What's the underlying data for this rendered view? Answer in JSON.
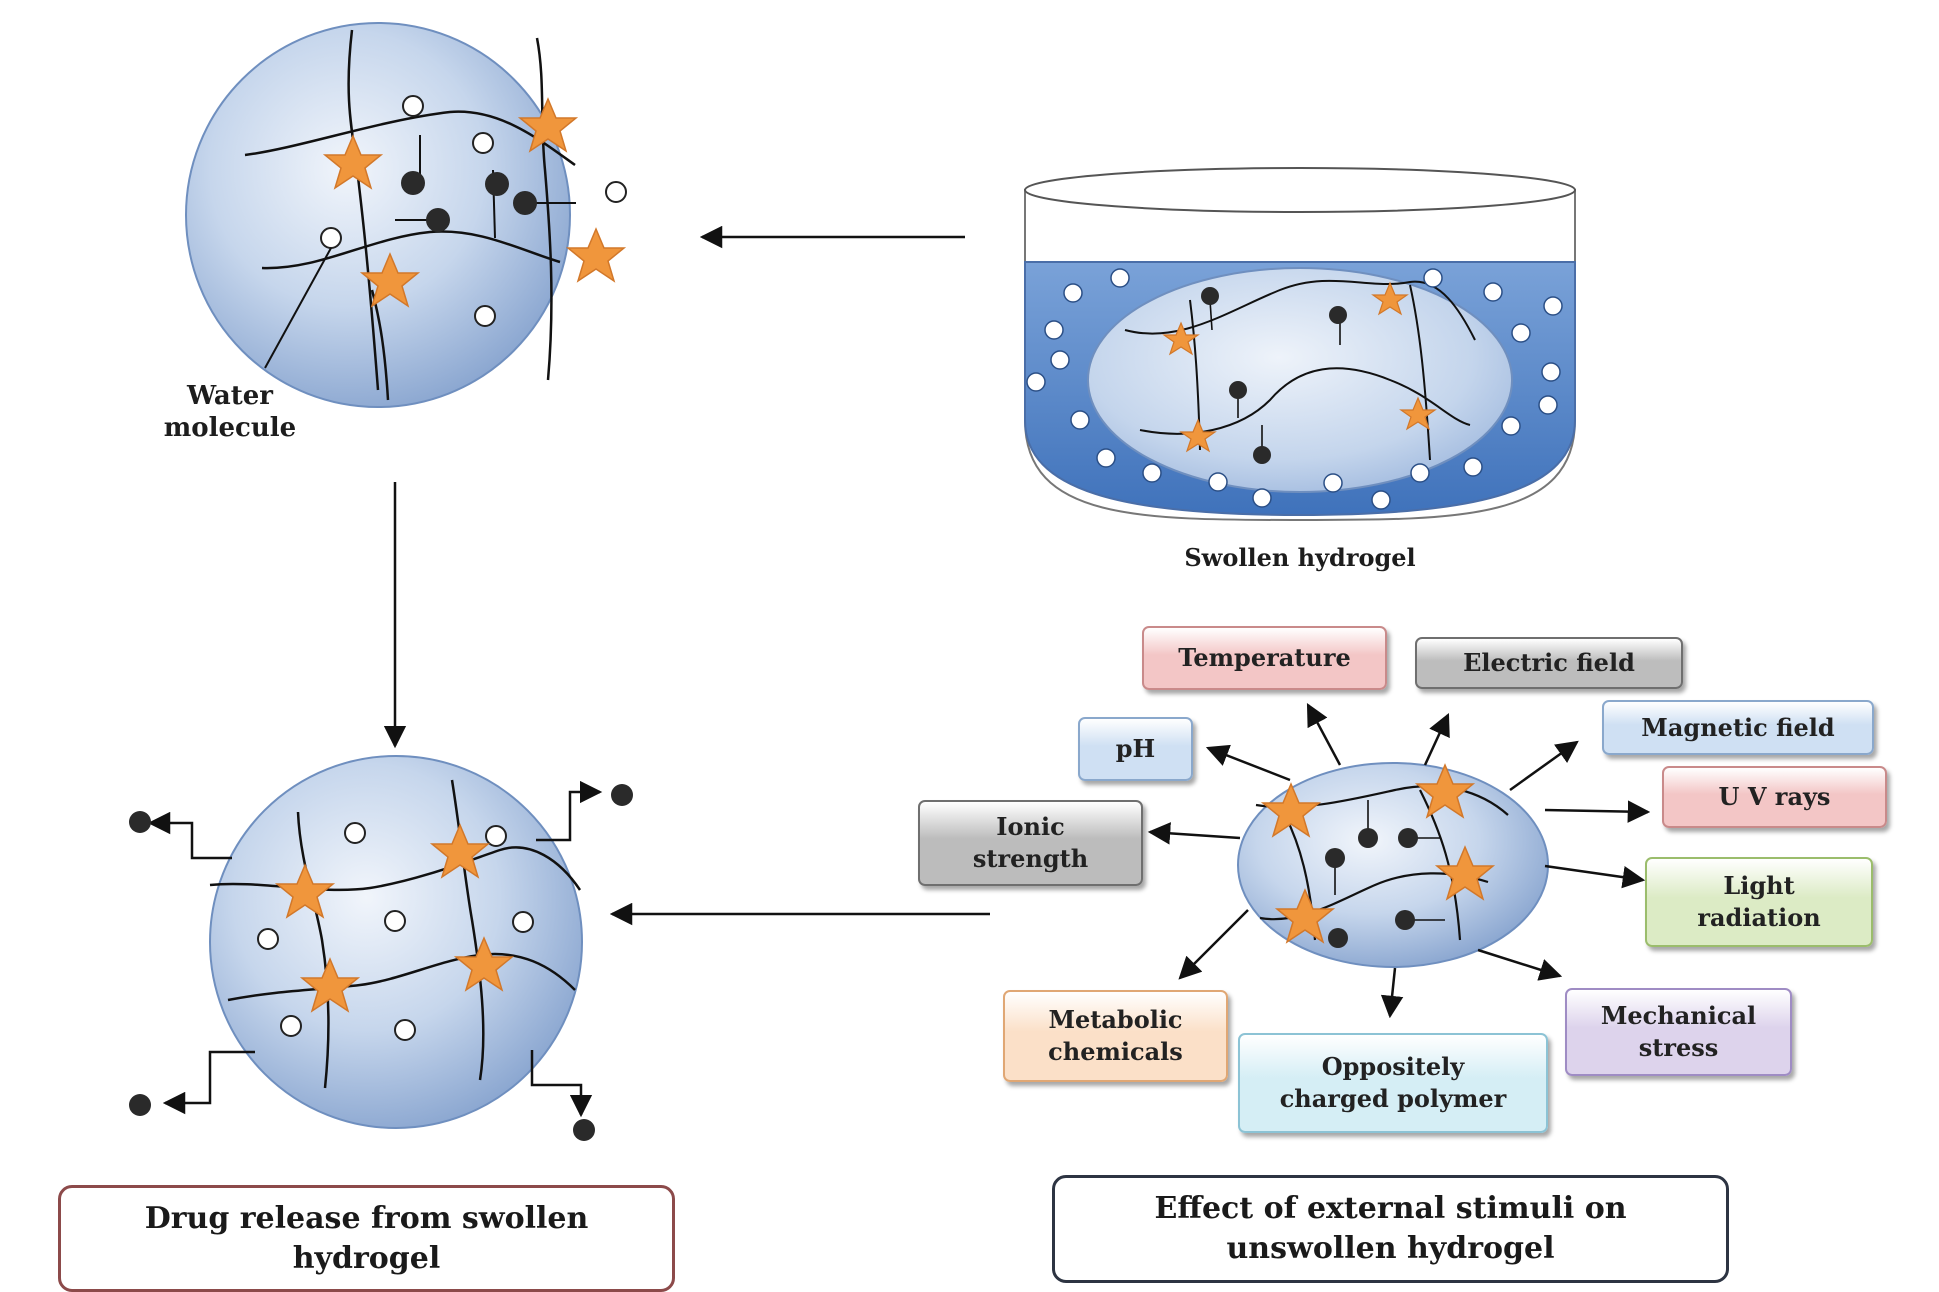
{
  "labels": {
    "water_molecule": "Water\nmolecule",
    "swollen_hydrogel": "Swollen hydrogel"
  },
  "stimuli": [
    {
      "id": "temperature",
      "text": "Temperature",
      "color": "#f3c6c6",
      "border": "#c98a8a"
    },
    {
      "id": "electric-field",
      "text": "Electric field",
      "color": "#bdbdbd",
      "border": "#6f6f6f"
    },
    {
      "id": "ph",
      "text": "pH",
      "color": "#cfe0f3",
      "border": "#8aa8cc"
    },
    {
      "id": "magnetic-field",
      "text": "Magnetic field",
      "color": "#cfe0f3",
      "border": "#8aa8cc"
    },
    {
      "id": "ionic-strength",
      "text": "Ionic\nstrength",
      "color": "#bcbcbc",
      "border": "#6f6f6f"
    },
    {
      "id": "uv-rays",
      "text": "U V rays",
      "color": "#f3c6c6",
      "border": "#c98a8a"
    },
    {
      "id": "light-radiation",
      "text": "Light\nradiation",
      "color": "#dcebc5",
      "border": "#9bbd6c"
    },
    {
      "id": "metabolic-chemicals",
      "text": "Metabolic\nchemicals",
      "color": "#fbe0c8",
      "border": "#e0a774"
    },
    {
      "id": "oppositely-charged-polymer",
      "text": "Oppositely\ncharged polymer",
      "color": "#d5eef5",
      "border": "#8cc3d5"
    },
    {
      "id": "mechanical-stress",
      "text": "Mechanical\nstress",
      "color": "#ddd3ec",
      "border": "#9f8cc4"
    }
  ],
  "captions": {
    "drug_release": "Drug release from swollen\nhydrogel",
    "external_stimuli": "Effect of external stimuli on\nunswollen hydrogel"
  },
  "colors": {
    "sphere_light": "#e6eef8",
    "sphere_dark": "#8ea9d2",
    "water_blue": "#4d7fc4",
    "star": "#f0963c",
    "drug": "#2a2a2a",
    "drug_caption_border": "#8c4a4a",
    "stimuli_caption_border": "#2d3442"
  }
}
